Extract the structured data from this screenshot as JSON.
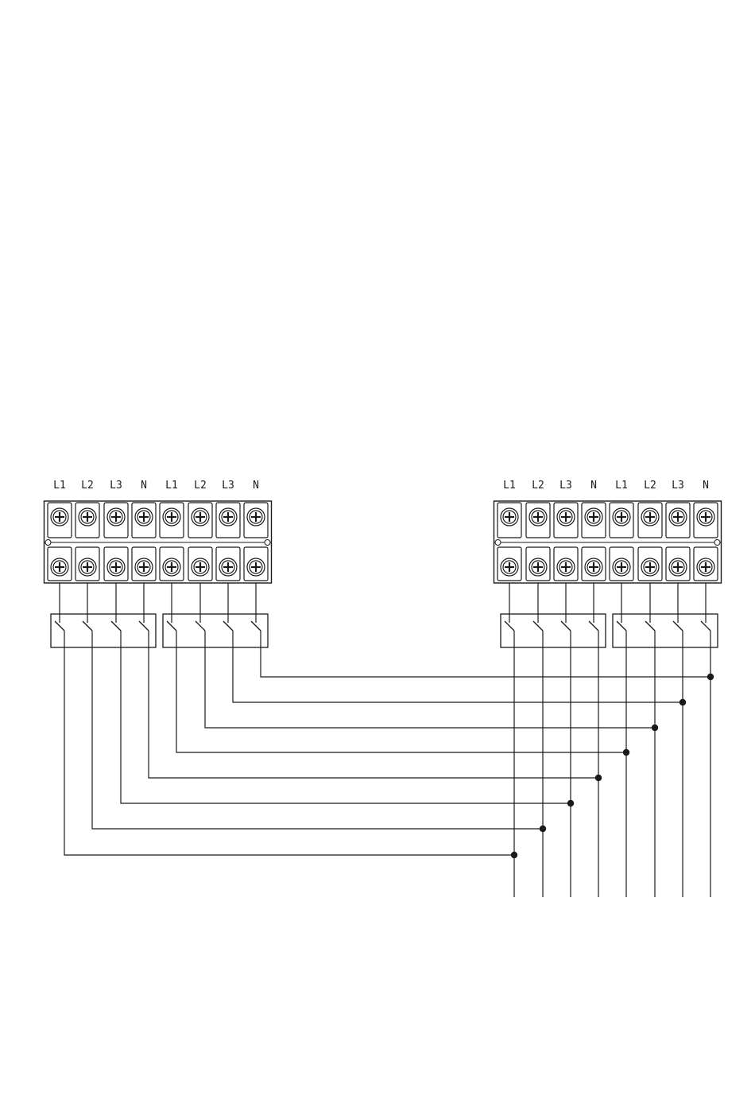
{
  "left_block": {
    "labels": [
      "L1",
      "L2",
      "L3",
      "N",
      "L1",
      "L2",
      "L3",
      "N"
    ]
  },
  "right_block": {
    "labels": [
      "L1",
      "L2",
      "L3",
      "N",
      "L1",
      "L2",
      "L3",
      "N"
    ]
  },
  "connections": [
    {
      "from": "left.L1-a",
      "to": "right.L1-a"
    },
    {
      "from": "left.L2-a",
      "to": "right.L2-a"
    },
    {
      "from": "left.L3-a",
      "to": "right.L3-a"
    },
    {
      "from": "left.N-a",
      "to": "right.N-a"
    },
    {
      "from": "left.L1-b",
      "to": "right.L1-b"
    },
    {
      "from": "left.L2-b",
      "to": "right.L2-b"
    },
    {
      "from": "left.L3-b",
      "to": "right.L3-b"
    },
    {
      "from": "left.N-b",
      "to": "right.N-b"
    }
  ],
  "colors": {
    "line": "#1a1a1a",
    "background": "#ffffff"
  }
}
